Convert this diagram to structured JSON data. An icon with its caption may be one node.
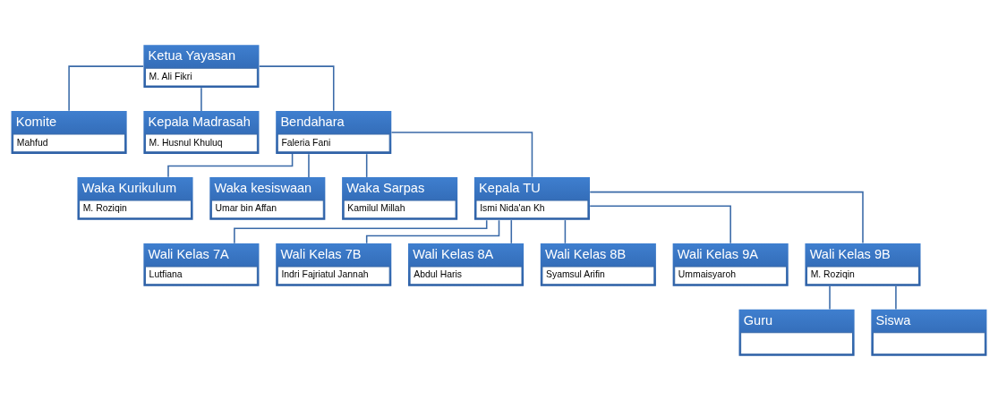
{
  "diagram": {
    "nodes": [
      {
        "text": [
          "Ketua Yayasan",
          "M. Ali Fikri"
        ]
      },
      {
        "text": [
          "Komite",
          "Mahfud"
        ]
      },
      {
        "text": [
          "Kepala Madrasah",
          "M. Husnul Khuluq"
        ]
      },
      {
        "text": [
          "Bendahara",
          "Faleria Fani"
        ]
      },
      {
        "text": [
          "Waka Kurikulum",
          "M. Roziqin"
        ]
      },
      {
        "text": [
          "Waka kesiswaan",
          "Umar bin Affan"
        ]
      },
      {
        "text": [
          "Waka Sarpas",
          "Kamilul Millah"
        ]
      },
      {
        "text": [
          "Kepala TU",
          "Ismi Nida'an Kh"
        ]
      },
      {
        "text": [
          "Wali Kelas 7A",
          "Lutfiana"
        ]
      },
      {
        "text": [
          "Wali Kelas 7B",
          "Indri Fajriatul Jannah"
        ]
      },
      {
        "text": [
          "Wali Kelas 8A",
          "Abdul Haris"
        ]
      },
      {
        "text": [
          "Wali Kelas 8B",
          "Syamsul Arifin"
        ]
      },
      {
        "text": [
          "Wali Kelas 9A",
          "Ummaisyaroh"
        ]
      },
      {
        "text": [
          "Wali Kelas 9B",
          "M. Roziqin"
        ]
      },
      {
        "text": [
          "Guru"
        ]
      },
      {
        "text": [
          "Siswa"
        ]
      }
    ],
    "edges": [
      {
        "from": 0,
        "to": 1,
        "arrow": "none"
      },
      {
        "from": 0,
        "to": 2,
        "arrow": "none"
      },
      {
        "from": 0,
        "to": 3,
        "arrow": "none"
      },
      {
        "from": 3,
        "to": 4,
        "arrow": "none"
      },
      {
        "from": 3,
        "to": 5,
        "arrow": "none"
      },
      {
        "from": 3,
        "to": 6,
        "arrow": "none"
      },
      {
        "from": 3,
        "to": 7,
        "arrow": "none"
      },
      {
        "from": 7,
        "to": 8,
        "arrow": "none"
      },
      {
        "from": 7,
        "to": 9,
        "arrow": "none"
      },
      {
        "from": 7,
        "to": 10,
        "arrow": "none"
      },
      {
        "from": 7,
        "to": 11,
        "arrow": "none"
      },
      {
        "from": 7,
        "to": 12,
        "arrow": "none"
      },
      {
        "from": 7,
        "to": 13,
        "arrow": "none"
      },
      {
        "from": 13,
        "to": 14,
        "arrow": "none"
      },
      {
        "from": 13,
        "to": 15,
        "arrow": "none"
      }
    ]
  }
}
